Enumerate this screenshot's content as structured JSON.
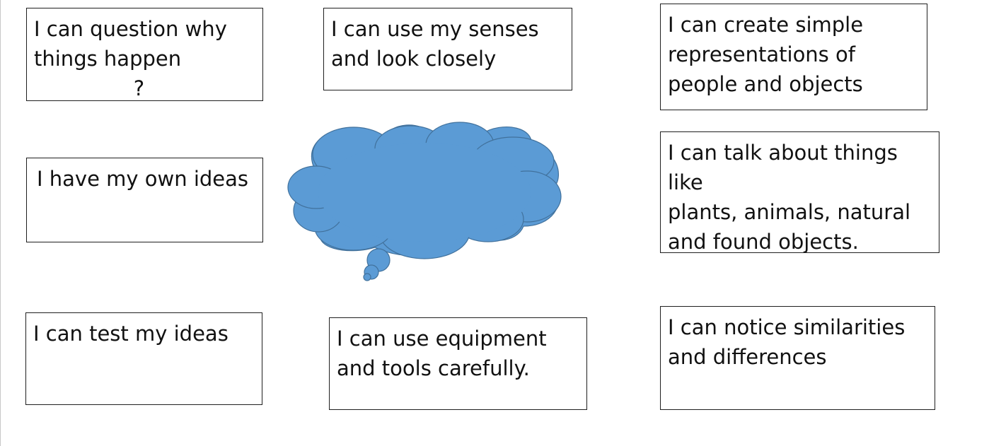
{
  "cards": [
    {
      "id": "question",
      "text": "I can question why\nthings happen",
      "extra": "?"
    },
    {
      "id": "senses",
      "text": "I can use my senses\nand look closely"
    },
    {
      "id": "representations",
      "text": "I can create simple\nrepresentations of\npeople and objects"
    },
    {
      "id": "ideas",
      "text": "I have my own ideas"
    },
    {
      "id": "talk",
      "text": "I can talk about things like\nplants, animals, natural\nand found objects."
    },
    {
      "id": "test",
      "text": "I can test my ideas"
    },
    {
      "id": "equipment",
      "text": "I can use equipment\nand tools carefully."
    },
    {
      "id": "similarities",
      "text": "I can notice similarities\nand differences"
    }
  ],
  "colors": {
    "cloud_fill": "#5b9bd5",
    "cloud_stroke": "#41719c",
    "card_border": "#1f1f1f"
  }
}
